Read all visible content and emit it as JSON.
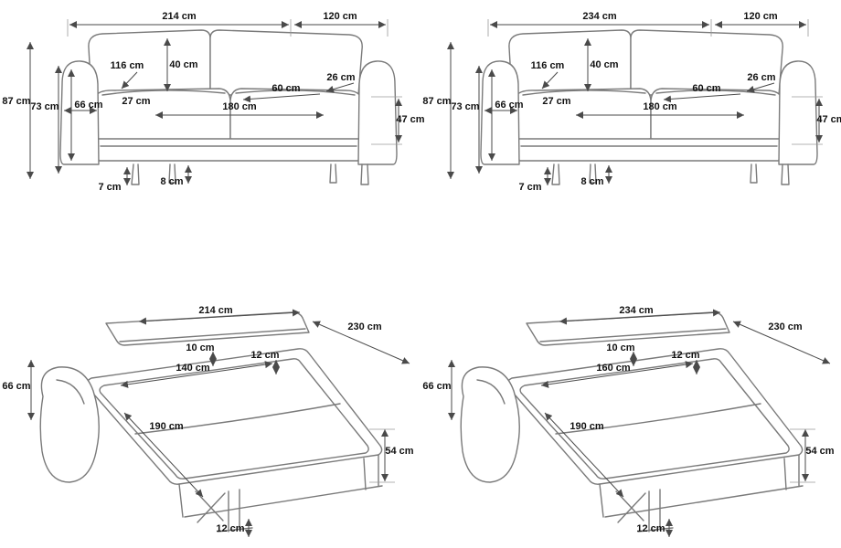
{
  "colors": {
    "line": "#7a7a7a",
    "dim": "#4a4a4a",
    "text": "#111111",
    "bg": "#ffffff"
  },
  "sofa_a": {
    "total_width": "214 cm",
    "back_depth": "120 cm",
    "total_height": "87 cm",
    "back_height": "73 cm",
    "arm_height": "66 cm",
    "depth": "116 cm",
    "back_cushion_height": "40 cm",
    "arm_width": "27 cm",
    "seat_depth": "60 cm",
    "back_cushion_thickness": "26 cm",
    "seat_width": "180 cm",
    "seat_height": "47 cm",
    "leg_front": "7 cm",
    "leg_back": "8 cm"
  },
  "sofa_b": {
    "total_width": "234 cm",
    "back_depth": "120 cm",
    "total_height": "87 cm",
    "back_height": "73 cm",
    "arm_height": "66 cm",
    "depth": "116 cm",
    "back_cushion_height": "40 cm",
    "arm_width": "27 cm",
    "seat_depth": "60 cm",
    "back_cushion_thickness": "26 cm",
    "seat_width": "180 cm",
    "seat_height": "47 cm",
    "leg_front": "7 cm",
    "leg_back": "8 cm"
  },
  "bed_a": {
    "frame_width": "214 cm",
    "depth_total": "230 cm",
    "gap_back": "10 cm",
    "gap_side": "12 cm",
    "mattress_width": "140 cm",
    "arm_height": "66 cm",
    "mattress_length": "190 cm",
    "bed_height": "54 cm",
    "leg_height": "12 cm"
  },
  "bed_b": {
    "frame_width": "234 cm",
    "depth_total": "230 cm",
    "gap_back": "10 cm",
    "gap_side": "12 cm",
    "mattress_width": "160 cm",
    "arm_height": "66 cm",
    "mattress_length": "190 cm",
    "bed_height": "54 cm",
    "leg_height": "12 cm"
  }
}
